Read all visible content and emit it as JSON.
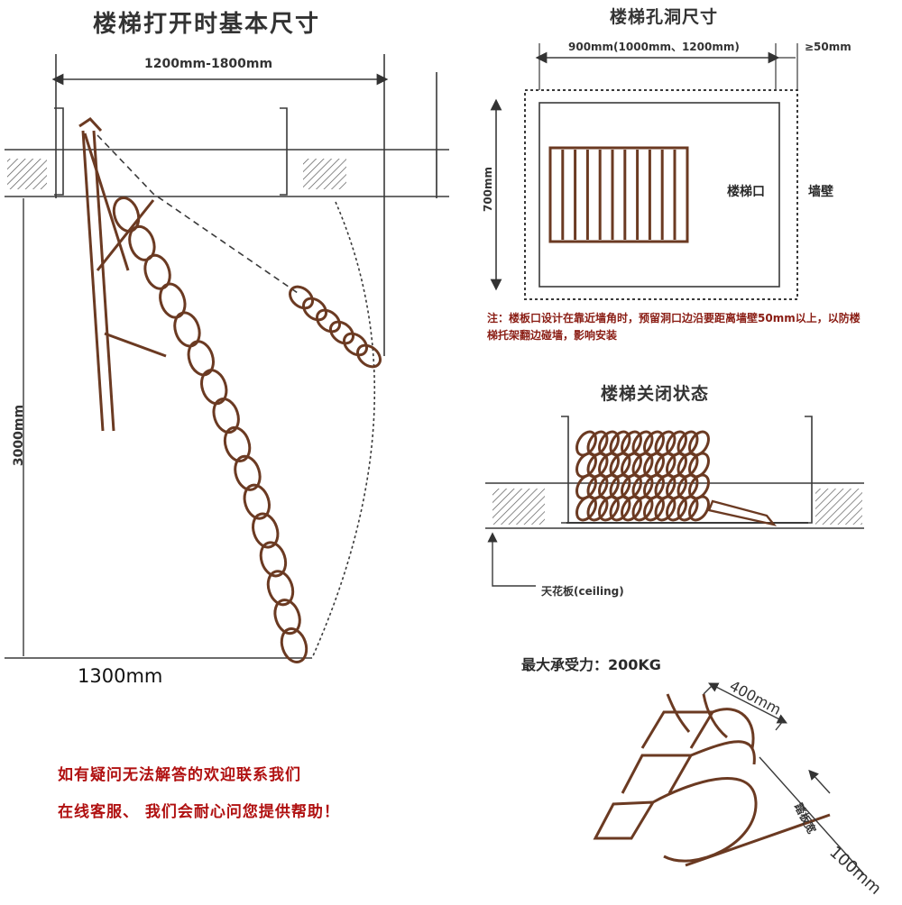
{
  "open_view": {
    "title": "楼梯打开时基本尺寸",
    "width_dim": "1200mm-1800mm",
    "height_dim": "3000mm",
    "base_dim": "1300mm"
  },
  "hole_view": {
    "title": "楼梯孔洞尺寸",
    "width_dim": "900mm(1000mm、1200mm)",
    "gap_dim": "≥50mm",
    "height_dim": "700mm",
    "opening_label": "楼梯口",
    "wall_label": "墙壁",
    "note": "注：楼板口设计在靠近墙角时，预留洞口边沿要距离墙壁50mm以上，以防楼梯托架翻边碰墙，影响安装"
  },
  "closed_view": {
    "title": "楼梯关闭状态",
    "ceiling_label": "天花板(ceiling)"
  },
  "step_view": {
    "max_load": "最大承受力：200KG",
    "step_width": "400mm",
    "tread_label": "踏板宽",
    "tread_dim": "100mm"
  },
  "contact": {
    "line1": "如有疑问无法解答的欢迎联系我们",
    "line2": "在线客服、 我们会耐心问您提供帮助！"
  },
  "colors": {
    "line": "#3a3a3a",
    "ladder": "#6b3a22",
    "note_text": "#8a1d14",
    "contact_text": "#b01010"
  }
}
